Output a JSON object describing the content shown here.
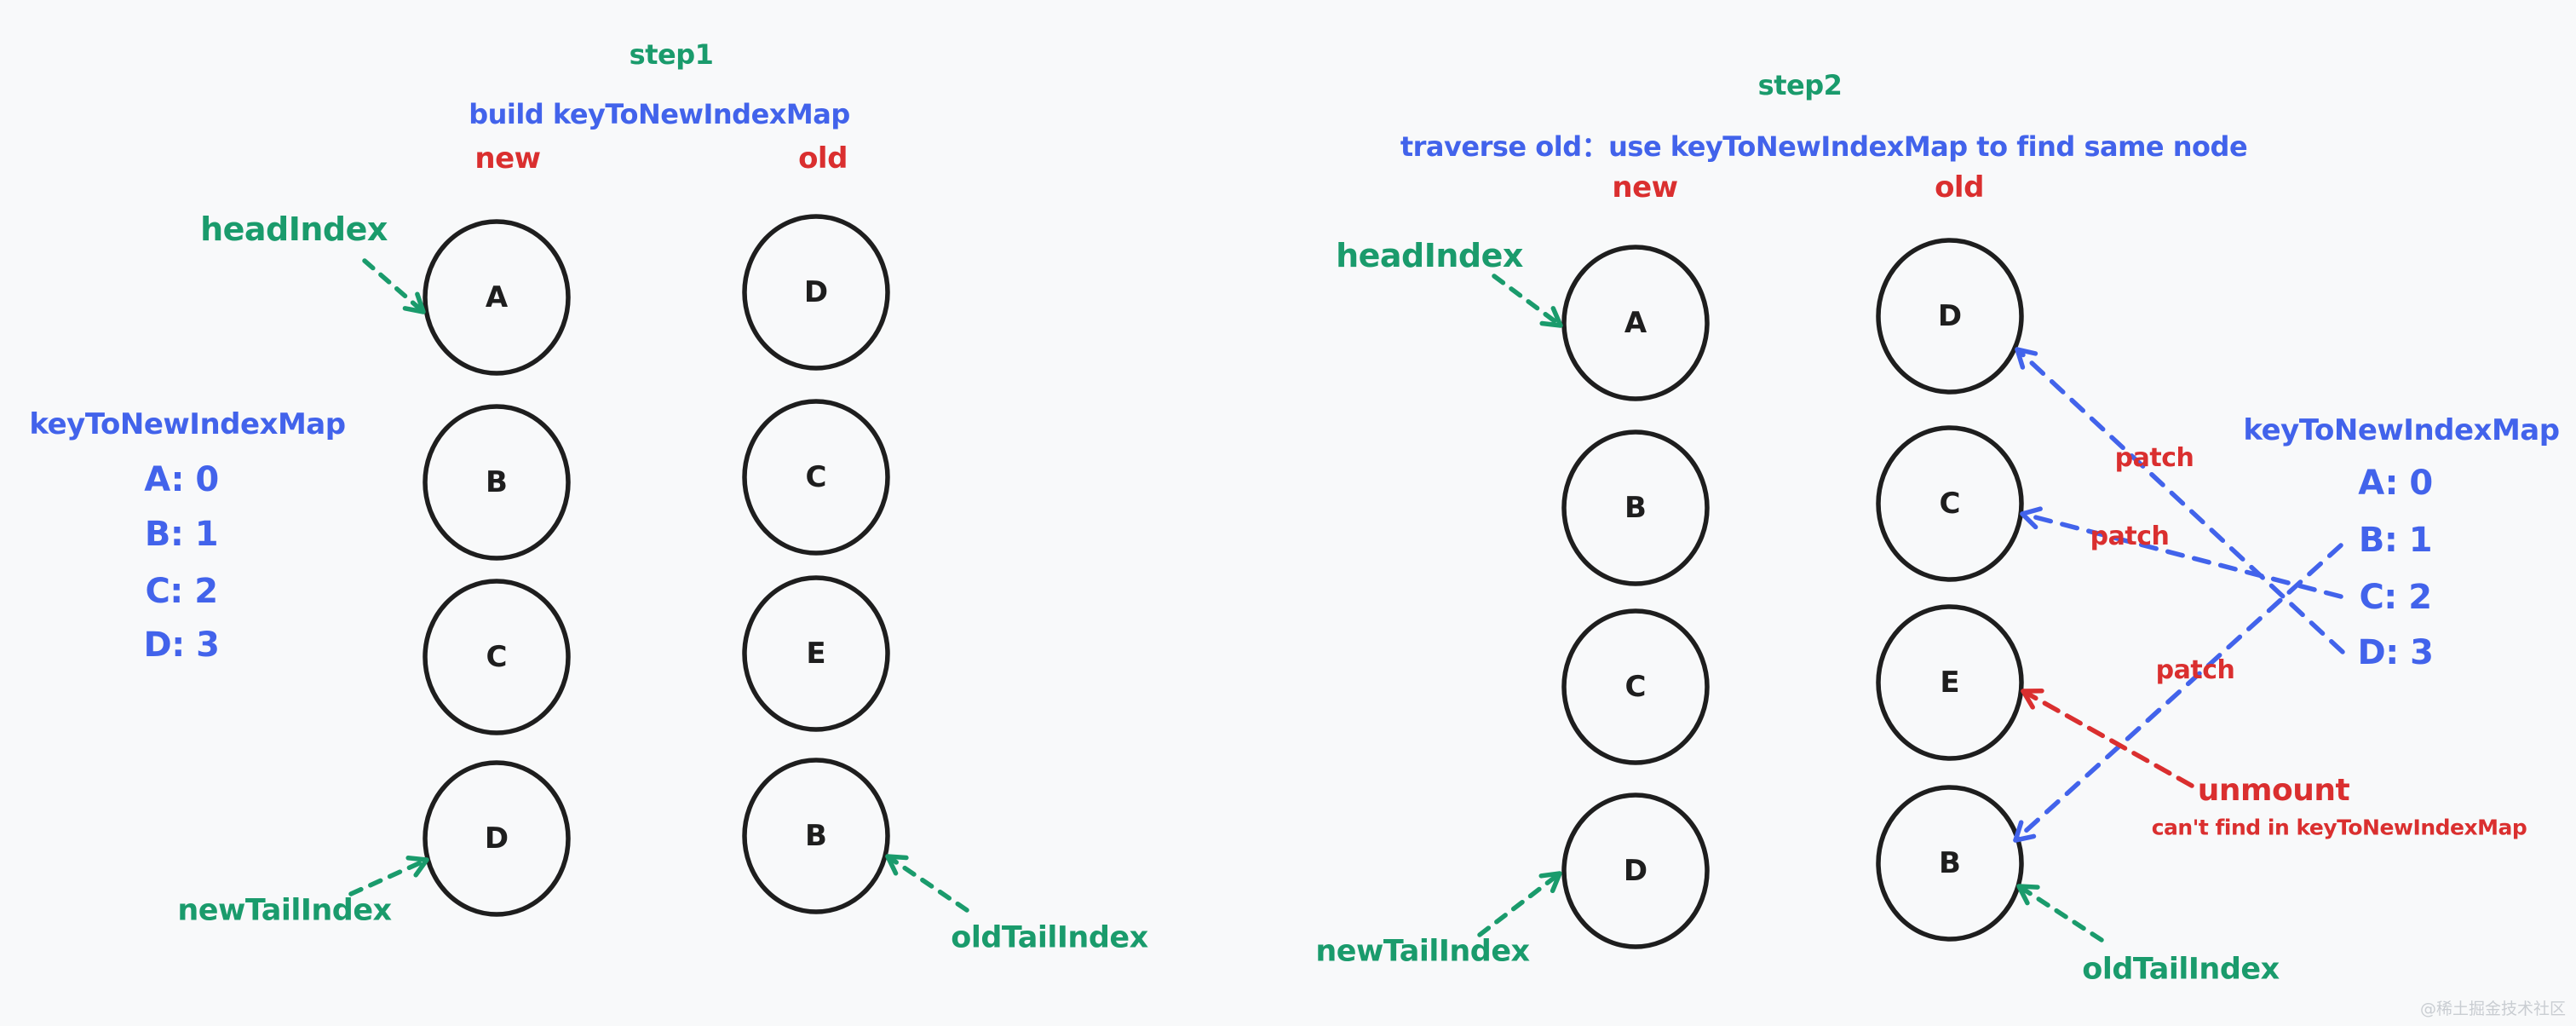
{
  "colors": {
    "green": "#1a9b6c",
    "blue": "#4263eb",
    "red": "#da2f2f",
    "node_stroke": "#1e1e1e",
    "background": "#f8f9fa",
    "watermark_gray": "#c9cdd2"
  },
  "watermark": "@稀土掘金技术社区",
  "step1": {
    "title": "step1",
    "subtitle": "build keyToNewIndexMap",
    "new_column_label": "new",
    "old_column_label": "old",
    "head_index_label": "headIndex",
    "new_tail_label": "newTailIndex",
    "old_tail_label": "oldTailIndex",
    "map_title": "keyToNewIndexMap",
    "map_entries": [
      "A: 0",
      "B: 1",
      "C: 2",
      "D: 3"
    ],
    "new_nodes": [
      "A",
      "B",
      "C",
      "D"
    ],
    "old_nodes": [
      "D",
      "C",
      "E",
      "B"
    ]
  },
  "step2": {
    "title": "step2",
    "subtitle": "traverse old：use keyToNewIndexMap to find same node",
    "new_column_label": "new",
    "old_column_label": "old",
    "head_index_label": "headIndex",
    "new_tail_label": "newTailIndex",
    "old_tail_label": "oldTailIndex",
    "map_title": "keyToNewIndexMap",
    "map_entries": [
      "A: 0",
      "B: 1",
      "C: 2",
      "D: 3"
    ],
    "patch_labels": [
      "patch",
      "patch",
      "patch"
    ],
    "unmount_label": "unmount",
    "unmount_note": "can't find in keyToNewIndexMap",
    "new_nodes": [
      "A",
      "B",
      "C",
      "D"
    ],
    "old_nodes": [
      "D",
      "C",
      "E",
      "B"
    ]
  }
}
